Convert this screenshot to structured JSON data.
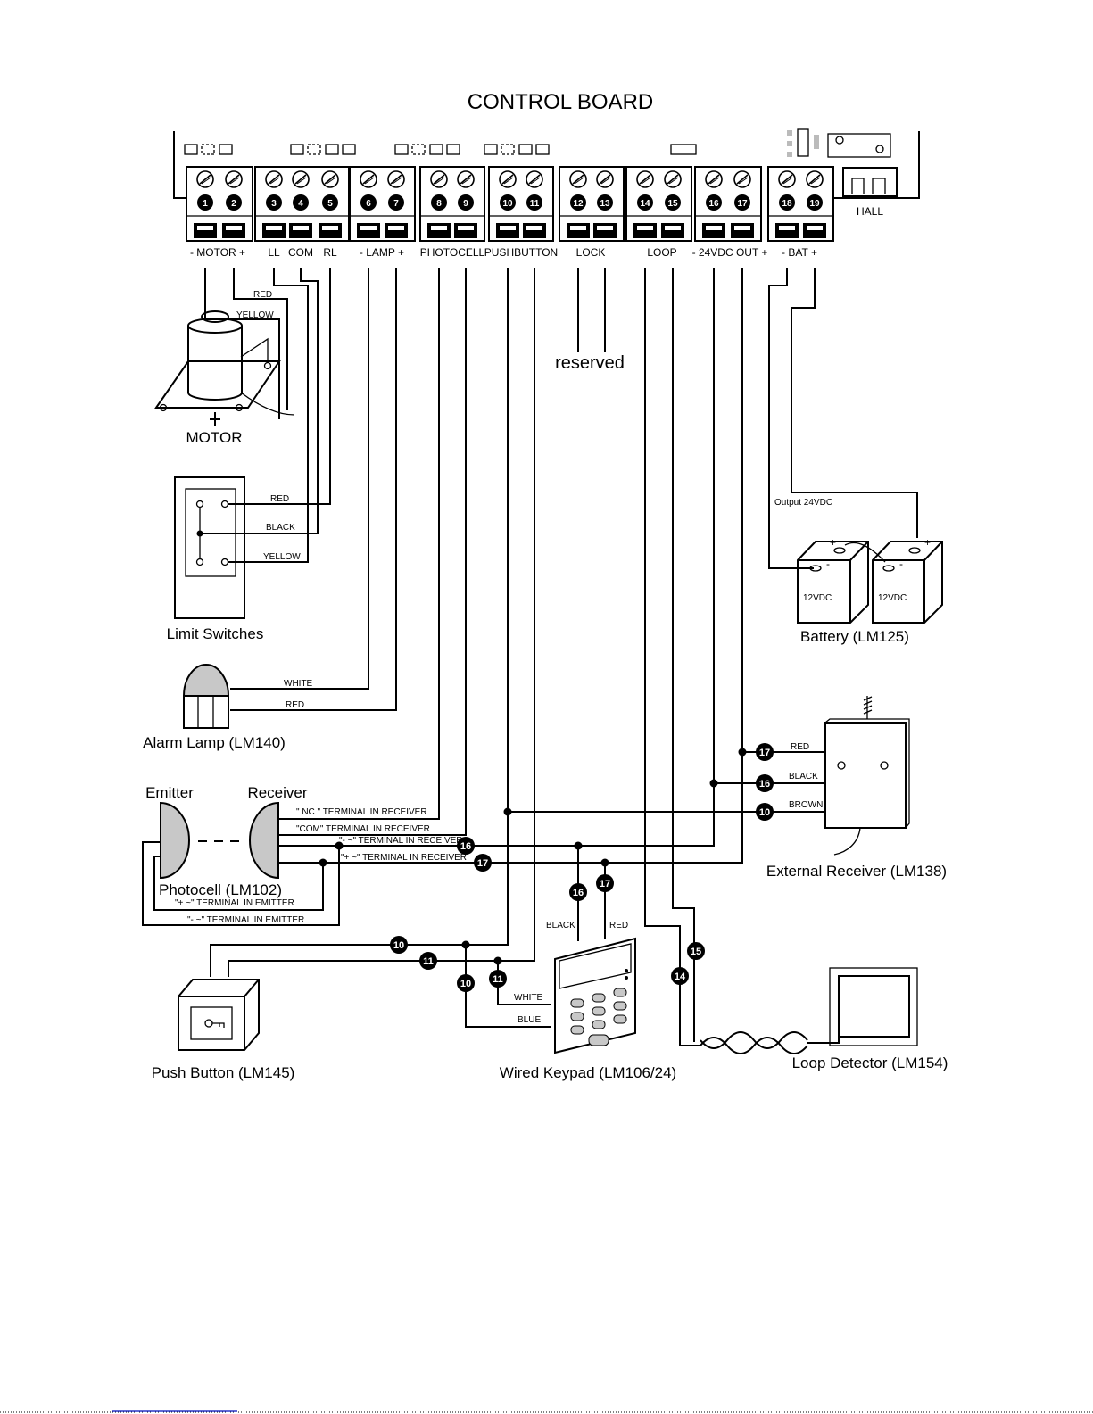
{
  "title": "CONTROL BOARD",
  "terminals": [
    {
      "num": "1"
    },
    {
      "num": "2"
    },
    {
      "num": "3"
    },
    {
      "num": "4"
    },
    {
      "num": "5"
    },
    {
      "num": "6"
    },
    {
      "num": "7"
    },
    {
      "num": "8"
    },
    {
      "num": "9"
    },
    {
      "num": "10"
    },
    {
      "num": "11"
    },
    {
      "num": "12"
    },
    {
      "num": "13"
    },
    {
      "num": "14"
    },
    {
      "num": "15"
    },
    {
      "num": "16"
    },
    {
      "num": "17"
    },
    {
      "num": "18"
    },
    {
      "num": "19"
    }
  ],
  "terminal_labels": {
    "motor": "- MOTOR +",
    "ll": "LL",
    "com": "COM",
    "rl": "RL",
    "lamp": "- LAMP +",
    "photocell": "PHOTOCELL",
    "pushbutton": "PUSHBUTTON",
    "lock": "LOCK",
    "loop": "LOOP",
    "out24": "- 24VDC OUT +",
    "bat": "- BAT +",
    "hall": "HALL"
  },
  "reserved": "reserved",
  "motor": {
    "label": "MOTOR",
    "wire_red": "RED",
    "wire_yellow": "YELLOW"
  },
  "limit_switches": {
    "label": "Limit Switches",
    "wire_red": "RED",
    "wire_black": "BLACK",
    "wire_yellow": "YELLOW"
  },
  "alarm_lamp": {
    "label": "Alarm Lamp (LM140)",
    "wire_white": "WHITE",
    "wire_red": "RED"
  },
  "battery": {
    "label": "Battery (LM125)",
    "output": "Output 24VDC",
    "cell": "12VDC",
    "plus": "+",
    "minus": "-"
  },
  "photocell": {
    "label": "Photocell (LM102)",
    "emitter": "Emitter",
    "receiver": "Receiver",
    "nc": "\" NC \" TERMINAL IN RECEIVER",
    "com": "\"COM\" TERMINAL IN RECEIVER",
    "neg_rx": "\"- ~\" TERMINAL IN RECEIVER",
    "pos_rx": "\"+ ~\" TERMINAL IN RECEIVER",
    "pos_tx": "\"+ ~\" TERMINAL IN EMITTER",
    "neg_tx": "\"- ~\" TERMINAL IN EMITTER"
  },
  "external_receiver": {
    "label": "External Receiver (LM138)",
    "wire_red": "RED",
    "wire_black": "BLACK",
    "wire_brown": "BROWN"
  },
  "push_button": {
    "label": "Push Button (LM145)"
  },
  "keypad": {
    "label": "Wired Keypad (LM106/24)",
    "wire_black": "BLACK",
    "wire_red": "RED",
    "wire_white": "WHITE",
    "wire_blue": "BLUE"
  },
  "loop_detector": {
    "label": "Loop Detector (LM154)"
  },
  "badges": {
    "t10": "10",
    "t11": "11",
    "t14": "14",
    "t15": "15",
    "t16": "16",
    "t17": "17"
  }
}
